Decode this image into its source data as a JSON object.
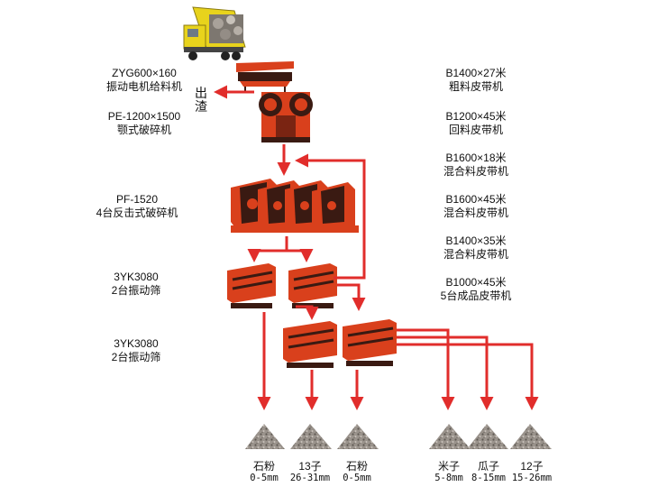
{
  "equipment_left": [
    {
      "id": "feeder",
      "model": "ZYG600×160",
      "name": "振动电机给料机"
    },
    {
      "id": "jaw",
      "model": "PE-1200×1500",
      "name": "颚式破碎机"
    },
    {
      "id": "impact",
      "model": "PF-1520",
      "name": "4台反击式破碎机"
    },
    {
      "id": "screen1",
      "model": "3YK3080",
      "name": "2台振动筛"
    },
    {
      "id": "screen2",
      "model": "3YK3080",
      "name": "2台振动筛"
    }
  ],
  "discharge_label": "出渣",
  "conveyors": [
    {
      "model": "B1400×27米",
      "name": "粗料皮带机"
    },
    {
      "model": "B1200×45米",
      "name": "回料皮带机"
    },
    {
      "model": "B1600×18米",
      "name": "混合料皮带机"
    },
    {
      "model": "B1600×45米",
      "name": "混合料皮带机"
    },
    {
      "model": "B1400×35米",
      "name": "混合料皮带机"
    },
    {
      "model": "B1000×45米",
      "name": "5台成品皮带机"
    }
  ],
  "products": [
    {
      "name": "石粉",
      "size": "0-5mm"
    },
    {
      "name": "13子",
      "size": "26-31mm"
    },
    {
      "name": "石粉",
      "size": "0-5mm"
    },
    {
      "name": "米子",
      "size": "5-8mm"
    },
    {
      "name": "瓜子",
      "size": "8-15mm"
    },
    {
      "name": "12子",
      "size": "15-26mm"
    }
  ],
  "colors": {
    "flow": "#e12d2b",
    "machine": "#d9401c",
    "machine_dark": "#3a1a12",
    "truck": "#e8d31c",
    "rock": "#8d857d"
  }
}
